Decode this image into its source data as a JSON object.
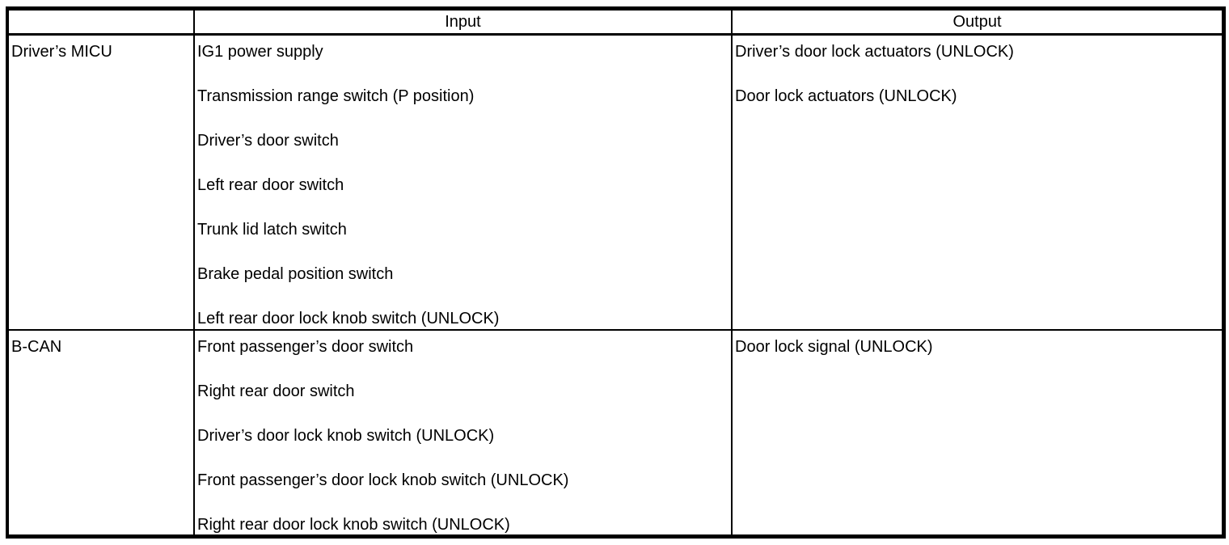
{
  "table": {
    "title": "micu-input-output-table",
    "columns": {
      "source": "",
      "input": "Input",
      "output": "Output"
    },
    "rows": [
      {
        "source": "Driver’s MICU",
        "inputs": [
          "IG1 power supply",
          "Transmission range switch (P position)",
          "Driver’s door switch",
          "Left rear door switch",
          "Trunk lid latch switch",
          "Brake pedal position switch",
          "Left rear door lock knob switch (UNLOCK)"
        ],
        "outputs": [
          "Driver’s door lock actuators (UNLOCK)",
          "Door lock actuators (UNLOCK)"
        ]
      },
      {
        "source": "B-CAN",
        "inputs": [
          "Front passenger’s door switch",
          "Right rear door switch",
          "Driver’s door lock knob switch (UNLOCK)",
          "Front passenger’s door lock knob switch (UNLOCK)",
          "Right rear door lock knob switch (UNLOCK)"
        ],
        "outputs": [
          "Door lock signal (UNLOCK)"
        ]
      }
    ]
  }
}
